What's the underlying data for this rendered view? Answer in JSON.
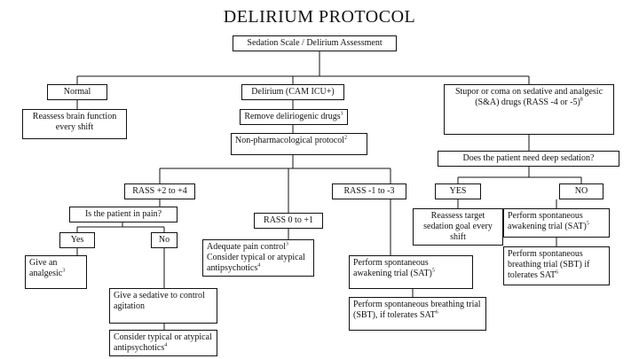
{
  "title": "DELIRIUM PROTOCOL",
  "nodes": {
    "assessment": {
      "text": "Sedation Scale / Delirium Assessment",
      "sup": ""
    },
    "normal": {
      "text": "Normal",
      "sup": ""
    },
    "reassess_brain": {
      "text": "Reassess brain function every shift",
      "sup": ""
    },
    "delirium": {
      "text": "Delirium (CAM ICU+)",
      "sup": ""
    },
    "remove_drugs": {
      "text": "Remove deliriogenic drugs",
      "sup": "1"
    },
    "nonpharm": {
      "text": "Non-pharmacological protocol",
      "sup": "2"
    },
    "stupor": {
      "text": "Stupor or coma on sedative and analgesic (S&A) drugs (RASS -4 or -5)",
      "sup": "8"
    },
    "deep_sedation_q": {
      "text": "Does the patient need deep sedation?",
      "sup": ""
    },
    "yes_right": {
      "text": "YES",
      "sup": ""
    },
    "no_right": {
      "text": "NO",
      "sup": ""
    },
    "reassess_target": {
      "text": "Reassess target sedation goal every shift",
      "sup": ""
    },
    "sat_right": {
      "text": "Perform spontaneous awakening trial (SAT)",
      "sup": "5"
    },
    "sbt_right": {
      "text": "Perform spontaneous breathing trial (SBT) if tolerates SAT",
      "sup": "6"
    },
    "rass_high": {
      "text": "RASS +2 to +4",
      "sup": ""
    },
    "pain_q": {
      "text": "Is the patient in pain?",
      "sup": ""
    },
    "yes_left": {
      "text": "Yes",
      "sup": ""
    },
    "no_left": {
      "text": "No",
      "sup": ""
    },
    "give_analgesic": {
      "text": "Give an analgesic",
      "sup": "3"
    },
    "give_sedative": {
      "text": "Give a sedative to control agitation",
      "sup": ""
    },
    "consider_left": {
      "text": "Consider typical or atypical antipsychotics",
      "sup": "4"
    },
    "rass_mid": {
      "text": "RASS 0 to +1",
      "sup": ""
    },
    "adequate_pain": {
      "line1": "Adequate pain control",
      "sup1": "3",
      "line2": "Consider typical or atypical antipsychotics",
      "sup2": "4"
    },
    "rass_low": {
      "text": "RASS -1 to -3",
      "sup": ""
    },
    "sat_mid": {
      "text": "Perform spontaneous awakening trial (SAT)",
      "sup": "5"
    },
    "sbt_mid": {
      "text": "Perform spontaneous breathing trial (SBT), if tolerates SAT",
      "sup": "6"
    }
  }
}
